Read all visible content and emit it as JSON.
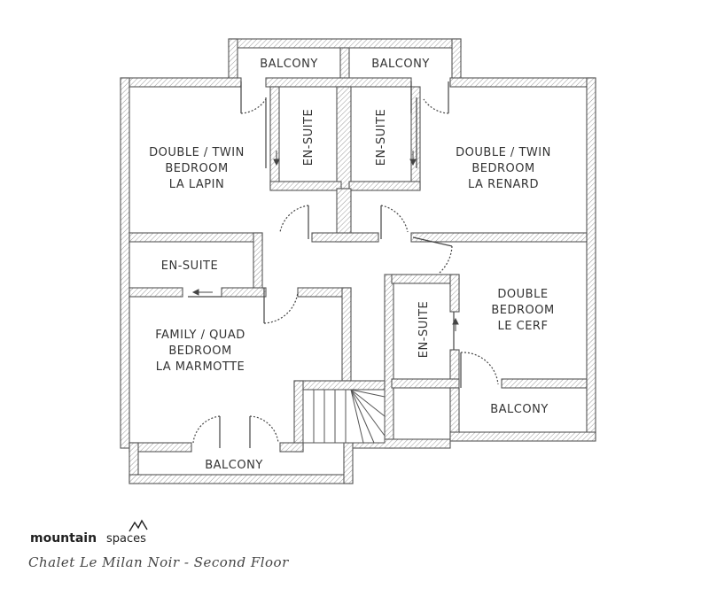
{
  "rooms": {
    "balcony_top_left": "BALCONY",
    "balcony_top_right": "BALCONY",
    "ensuite_top_left": "EN-SUITE",
    "ensuite_top_right": "EN-SUITE",
    "lapin": [
      "DOUBLE / TWIN",
      "BEDROOM",
      "LA LAPIN"
    ],
    "renard": [
      "DOUBLE / TWIN",
      "BEDROOM",
      "LA RENARD"
    ],
    "ensuite_left": "EN-SUITE",
    "marmotte": [
      "FAMILY / QUAD",
      "BEDROOM",
      "LA MARMOTTE"
    ],
    "cerf": [
      "DOUBLE",
      "BEDROOM",
      "LE CERF"
    ],
    "ensuite_cerf": "EN-SUITE",
    "balcony_bottom_right": "BALCONY",
    "balcony_bottom_left": "BALCONY"
  },
  "brand": {
    "main": "mountain",
    "sub": "spaces"
  },
  "caption": "Chalet Le Milan Noir - Second Floor"
}
